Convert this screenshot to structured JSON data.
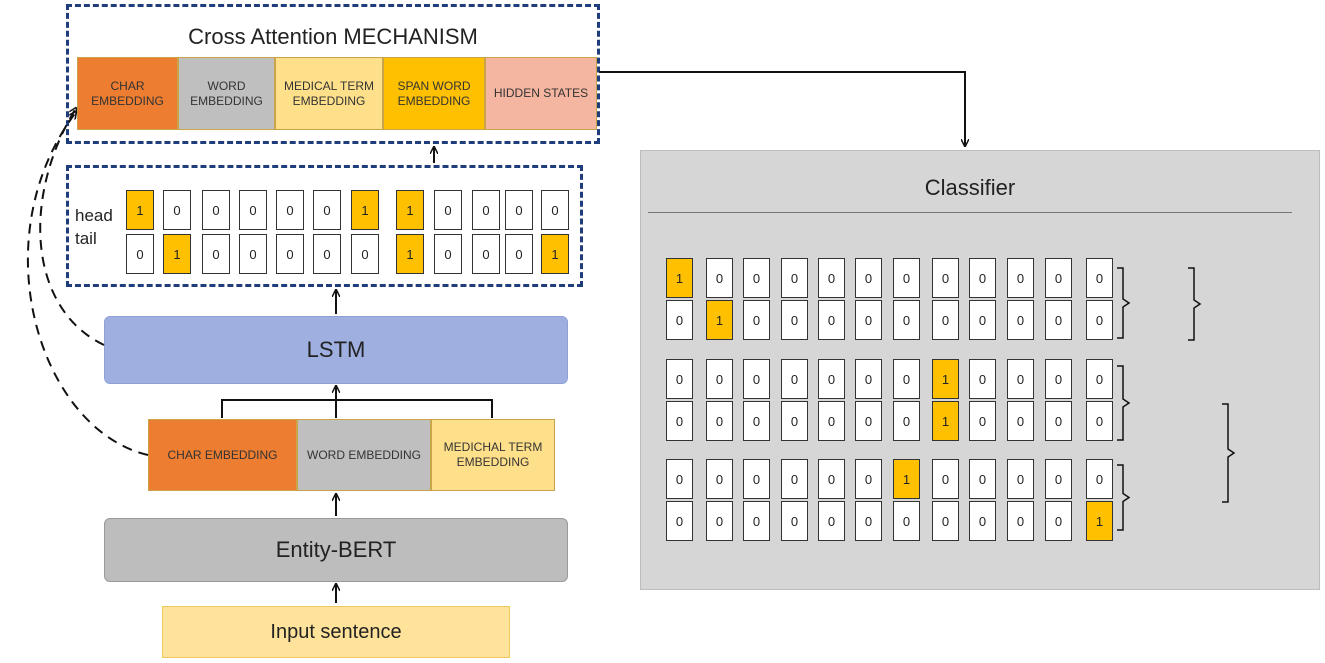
{
  "cross_attention": {
    "title": "Cross Attention MECHANISM",
    "segments": [
      {
        "label": "CHAR\nEMBEDDING",
        "color": "#ed7d31"
      },
      {
        "label": "WORD\nEMBEDDING",
        "color": "#bfbfbf"
      },
      {
        "label": "MEDICAL  TERM\nEMBEDDING",
        "color": "#ffe08a"
      },
      {
        "label": "SPAN  WORD\nEMBEDDING",
        "color": "#ffc000"
      },
      {
        "label": "HIDDEN STATES",
        "color": "#f4b6a0"
      }
    ]
  },
  "span_box": {
    "head_label": "head",
    "tail_label": "tail",
    "head": [
      "1",
      "0",
      "0",
      "0",
      "0",
      "0",
      "1",
      "1",
      "0",
      "0",
      "0",
      "0"
    ],
    "tail": [
      "0",
      "1",
      "0",
      "0",
      "0",
      "0",
      "0",
      "1",
      "0",
      "0",
      "0",
      "1"
    ]
  },
  "lstm": {
    "label": "LSTM",
    "color": "#9fb0e0"
  },
  "embeddings_row": {
    "segments": [
      {
        "label": "CHAR  EMBEDDING",
        "color": "#ed7d31"
      },
      {
        "label": "WORD EMBEDDING",
        "color": "#bfbfbf"
      },
      {
        "label": "MEDICHAL  TERM\nEMBEDDING",
        "color": "#ffe08a"
      }
    ]
  },
  "bert": {
    "label": "Entity-BERT",
    "color": "#bdbdbd"
  },
  "input": {
    "label": "Input  sentence",
    "color": "#ffe39a"
  },
  "classifier": {
    "title": "Classifier",
    "background": "#d6d6d6",
    "groups": [
      {
        "top": [
          "1",
          "0",
          "0",
          "0",
          "0",
          "0",
          "0",
          "0",
          "0",
          "0",
          "0",
          "0"
        ],
        "bottom": [
          "0",
          "1",
          "0",
          "0",
          "0",
          "0",
          "0",
          "0",
          "0",
          "0",
          "0",
          "0"
        ]
      },
      {
        "top": [
          "0",
          "0",
          "0",
          "0",
          "0",
          "0",
          "0",
          "1",
          "0",
          "0",
          "0",
          "0"
        ],
        "bottom": [
          "0",
          "0",
          "0",
          "0",
          "0",
          "0",
          "0",
          "1",
          "0",
          "0",
          "0",
          "0"
        ]
      },
      {
        "top": [
          "0",
          "0",
          "0",
          "0",
          "0",
          "0",
          "1",
          "0",
          "0",
          "0",
          "0",
          "0"
        ],
        "bottom": [
          "0",
          "0",
          "0",
          "0",
          "0",
          "0",
          "0",
          "0",
          "0",
          "0",
          "0",
          "1"
        ]
      }
    ]
  }
}
